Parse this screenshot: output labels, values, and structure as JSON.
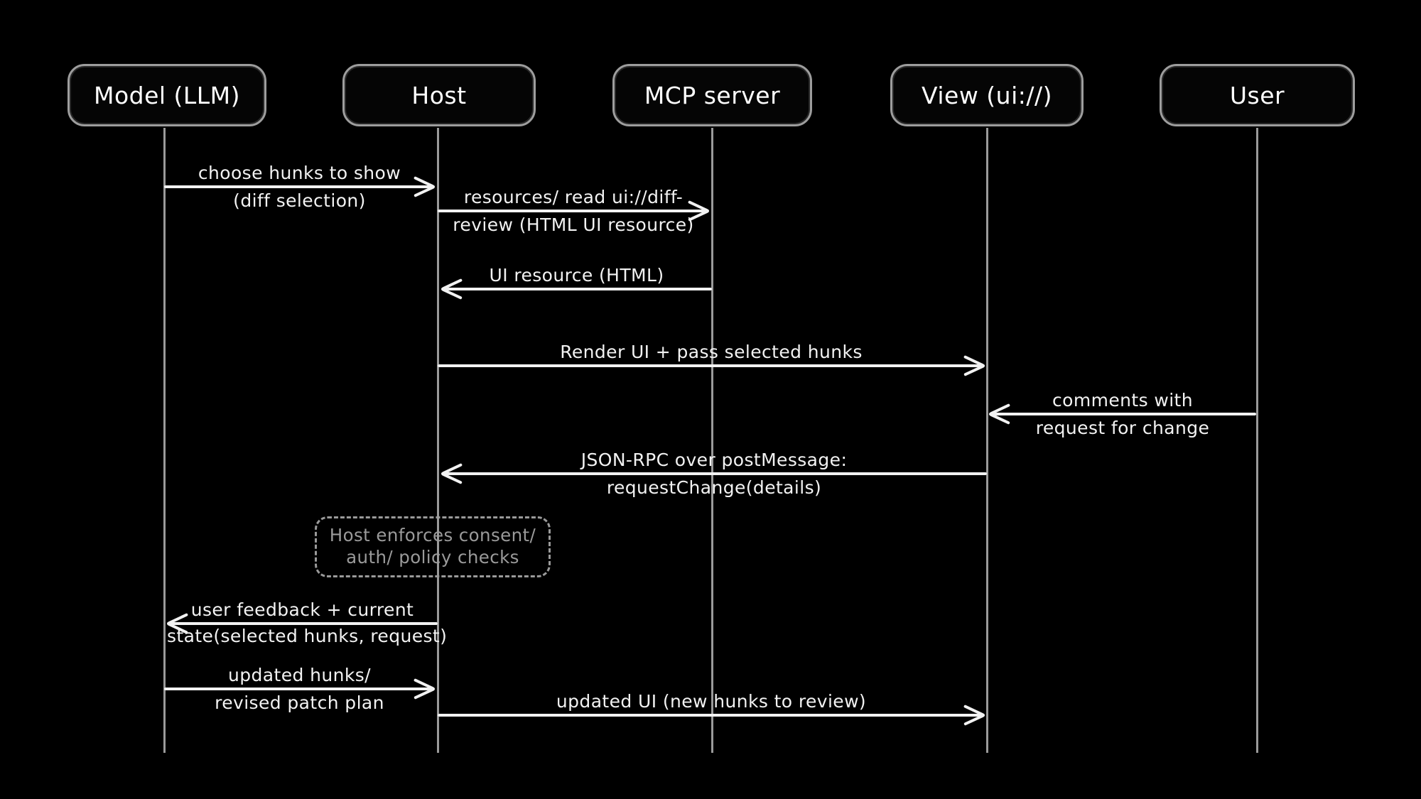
{
  "diagram": {
    "type": "sequence",
    "actors": [
      {
        "label": "Model (LLM)"
      },
      {
        "label": "Host"
      },
      {
        "label": "MCP server"
      },
      {
        "label": "View (ui://)"
      },
      {
        "label": "User"
      }
    ],
    "messages": [
      {
        "from": "Model (LLM)",
        "to": "Host",
        "line1": "choose hunks to show",
        "line2": "(diff selection)"
      },
      {
        "from": "Host",
        "to": "MCP server",
        "line1": "resources/ read ui://diff-",
        "line2": "review (HTML UI resource)"
      },
      {
        "from": "MCP server",
        "to": "Host",
        "line1": "UI resource (HTML)",
        "line2": ""
      },
      {
        "from": "Host",
        "to": "View (ui://)",
        "line1": "Render UI + pass selected hunks",
        "line2": ""
      },
      {
        "from": "User",
        "to": "View (ui://)",
        "line1": "comments with",
        "line2": "request for change"
      },
      {
        "from": "View (ui://)",
        "to": "Host",
        "line1": "JSON-RPC over postMessage:",
        "line2": "requestChange(details)"
      },
      {
        "from": "Host",
        "to": "Model (LLM)",
        "line1": "user feedback + current",
        "line2": "state(selected hunks, request)"
      },
      {
        "from": "Model (LLM)",
        "to": "Host",
        "line1": "updated hunks/",
        "line2": "revised patch plan"
      },
      {
        "from": "Host",
        "to": "View (ui://)",
        "line1": "updated UI (new hunks to review)",
        "line2": ""
      }
    ],
    "note": {
      "line1": "Host enforces consent/",
      "line2": "auth/ policy checks"
    },
    "colors": {
      "background": "#000000",
      "arrow": "#f2f2f2",
      "lifeline": "#9a9a9a",
      "box_border": "#9d9d9d",
      "box_text": "#ffffff",
      "note": "#9a9a9a"
    }
  }
}
